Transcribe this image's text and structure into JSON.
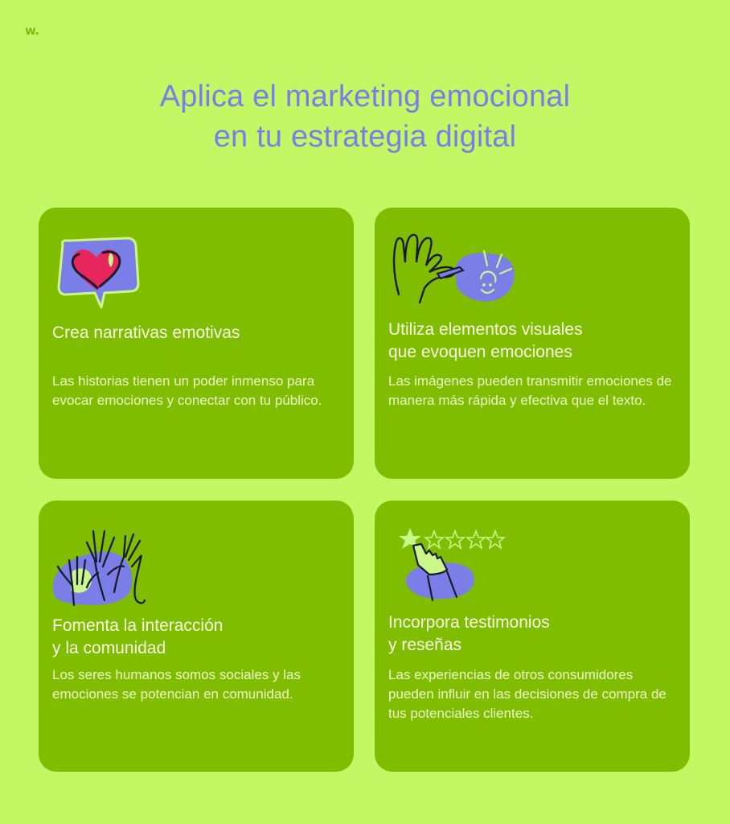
{
  "brand": {
    "logo": "w."
  },
  "title": {
    "line1": "Aplica el marketing emocional",
    "line2": "en tu estrategia digital"
  },
  "colors": {
    "background": "#c3f763",
    "card": "#80bd00",
    "title": "#7b7ee6",
    "accent_blue": "#7b7ee6",
    "accent_lime": "#c9f78a",
    "heart": "#e8265e",
    "text_light": "#f6ffe6"
  },
  "cards": [
    {
      "icon": "heart-speech-bubble-icon",
      "title_lines": [
        "Crea narrativas emotivas"
      ],
      "body": "Las historias tienen un poder inmenso para evocar emociones y conectar con tu público."
    },
    {
      "icon": "hand-drawing-smiley-sun-icon",
      "title_lines": [
        "Utiliza elementos visuales",
        "que evoquen emociones"
      ],
      "body": "Las imágenes pueden transmitir emociones de manera más rápida y efectiva que el texto."
    },
    {
      "icon": "raised-hands-icon",
      "title_lines": [
        "Fomenta la interacción",
        "y la comunidad"
      ],
      "body": "Los seres humanos somos sociales y las emociones se potencian en comunidad."
    },
    {
      "icon": "hand-rating-stars-icon",
      "title_lines": [
        "Incorpora testimonios",
        "y reseñas"
      ],
      "body": "Las experiencias de otros consumidores pueden influir en las decisiones de compra de tus potenciales clientes.",
      "rating": {
        "filled": 1,
        "total": 5
      }
    }
  ]
}
